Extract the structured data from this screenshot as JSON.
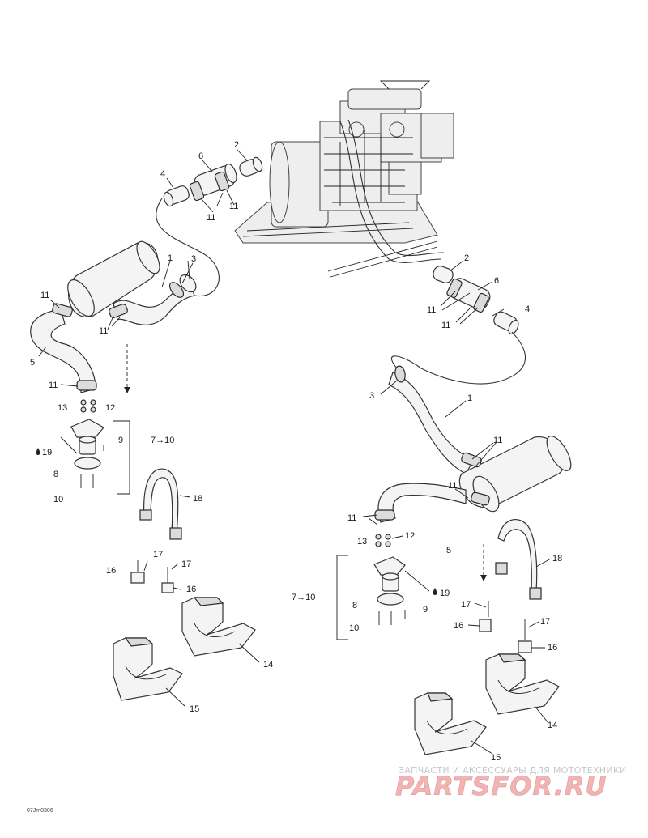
{
  "watermark": {
    "line1": "ЗАПЧАСТИ И АКСЕССУАРЫ ДЛЯ МОТОТЕХНИКИ",
    "line2": "PARTSFOR.RU"
  },
  "diagram_code": "07Jm0306",
  "callouts": {
    "l_2": "2",
    "l_6": "6",
    "l_4": "4",
    "l_11a": "11",
    "l_11b": "11",
    "l_1": "1",
    "l_3": "3",
    "l_11c": "11",
    "l_11d": "11",
    "l_5": "5",
    "l_11e": "11",
    "l_13": "13",
    "l_12": "12",
    "l_19": "19",
    "l_9": "9",
    "l_8": "8",
    "l_10": "10",
    "l_7to10": "7→10",
    "l_18": "18",
    "l_17a": "17",
    "l_16a": "16",
    "l_17b": "17",
    "l_16b": "16",
    "l_14": "14",
    "l_15": "15",
    "r_2": "2",
    "r_6": "6",
    "r_11a": "11",
    "r_11b": "11",
    "r_4": "4",
    "r_3": "3",
    "r_1": "1",
    "r_11c": "11",
    "r_11d": "11",
    "r_11e": "11",
    "r_13": "13",
    "r_12": "12",
    "r_5": "5",
    "r_18": "18",
    "r_7to10": "7→10",
    "r_19": "19",
    "r_8": "8",
    "r_9": "9",
    "r_10": "10",
    "r_17a": "17",
    "r_16a": "16",
    "r_17b": "17",
    "r_16b": "16",
    "r_14": "14",
    "r_15": "15"
  }
}
